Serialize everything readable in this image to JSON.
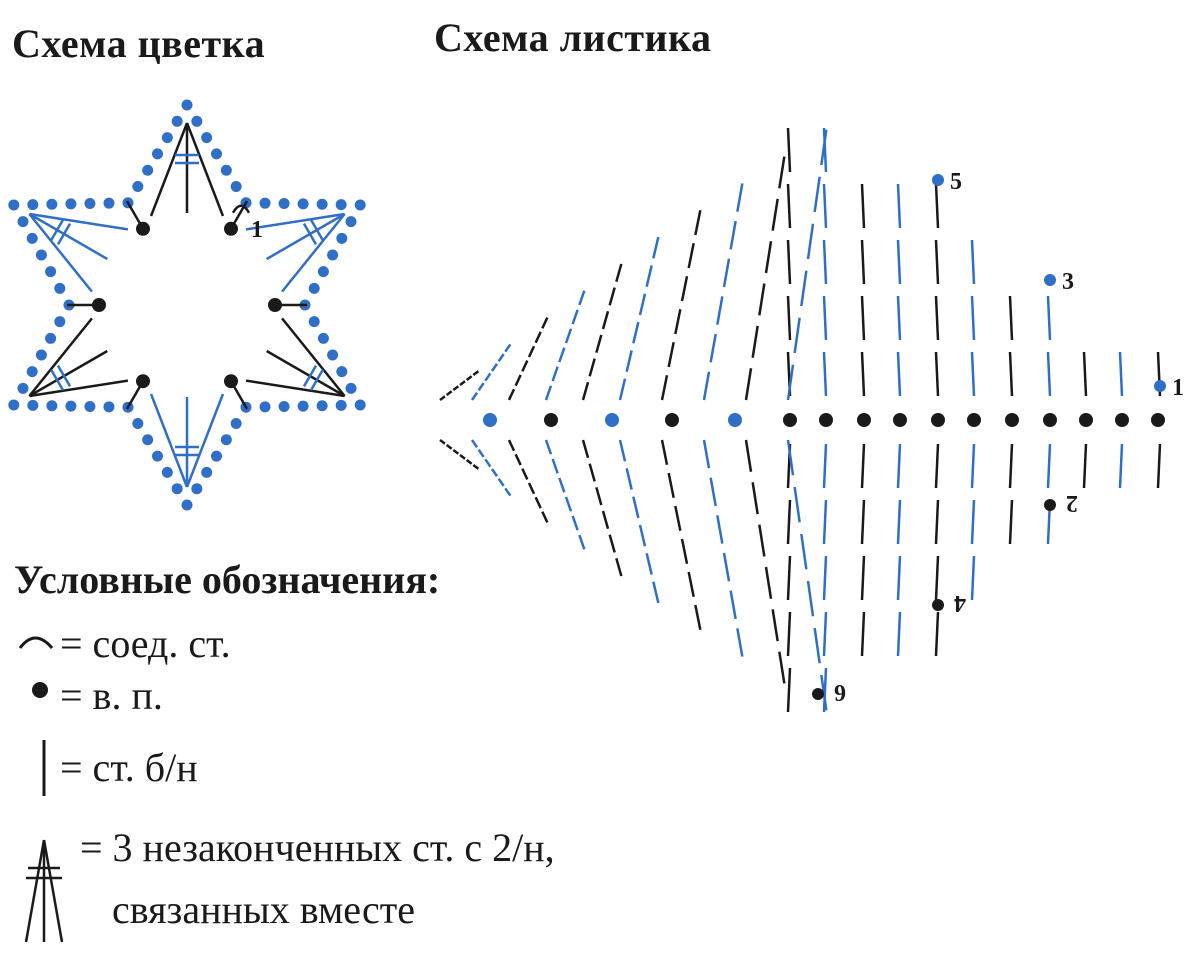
{
  "flower": {
    "title": "Схема цветка",
    "start_label": "1"
  },
  "leaf": {
    "title": "Схема листика",
    "row_labels": [
      "1",
      "2",
      "3",
      "4",
      "5",
      "6"
    ]
  },
  "legend": {
    "title": "Условные обозначения:",
    "items": [
      {
        "symbol": "slip-stitch",
        "text": "= соед. ст."
      },
      {
        "symbol": "chain",
        "text": "= в. п."
      },
      {
        "symbol": "single-crochet",
        "text": "= ст. б/н"
      },
      {
        "symbol": "cluster-3dc",
        "text": "= 3 незаконченных ст. с 2/н,",
        "text2": "связанных вместе"
      }
    ]
  },
  "colors": {
    "blue": "#2f6fc8",
    "black": "#1a1a1a"
  }
}
